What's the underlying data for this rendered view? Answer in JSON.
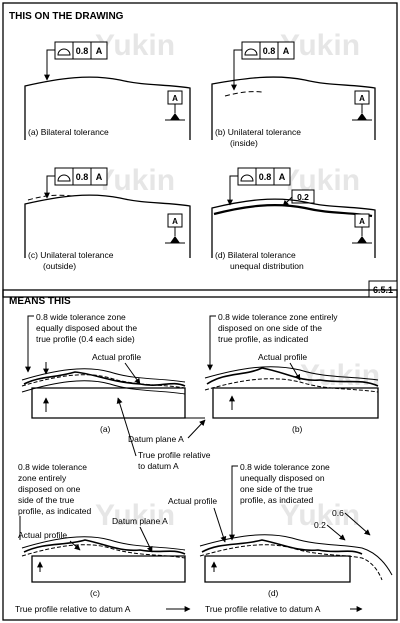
{
  "top": {
    "heading": "THIS ON THE DRAWING",
    "figure_number": "6.5.1",
    "watermark": "Yukin",
    "panels": [
      {
        "id": "a",
        "caption_lines": [
          "(a)  Bilateral tolerance"
        ],
        "fcf_value": "0.8",
        "datum": "A"
      },
      {
        "id": "b",
        "caption_lines": [
          "(b)  Unilateral tolerance",
          "(inside)"
        ],
        "fcf_value": "0.8",
        "datum": "A"
      },
      {
        "id": "c",
        "caption_lines": [
          "(c)  Unilateral tolerance",
          "(outside)"
        ],
        "fcf_value": "0.8",
        "datum": "A"
      },
      {
        "id": "d",
        "caption_lines": [
          "(d)  Bilateral tolerance",
          "unequal distribution"
        ],
        "fcf_value": "0.8",
        "datum": "A",
        "extra_value": "0.2"
      }
    ]
  },
  "bottom": {
    "heading": "MEANS THIS",
    "a": {
      "label": "(a)",
      "note_lines": [
        "0.8 wide tolerance zone",
        "equally disposed about the",
        "true profile (0.4 each side)"
      ],
      "actual_profile": "Actual profile"
    },
    "b": {
      "label": "(b)",
      "note_lines": [
        "0.8 wide tolerance zone entirely",
        "disposed on one side of the",
        "true profile, as indicated"
      ],
      "actual_profile": "Actual profile"
    },
    "middle": {
      "datum_plane": "Datum plane A",
      "true_profile_lines": [
        "True profile relative",
        "to datum A"
      ]
    },
    "c": {
      "label": "(c)",
      "note_lines": [
        "0.8 wide tolerance",
        "zone entirely",
        "disposed on one",
        "side of the true",
        "profile, as indicated"
      ],
      "actual_profile": "Actual profile",
      "datum_plane": "Datum plane A",
      "true_profile": "True profile relative to datum A"
    },
    "d": {
      "label": "(d)",
      "note_lines": [
        "0.8 wide tolerance zone",
        "unequally disposed on",
        "one side of the true",
        "profile, as indicated"
      ],
      "actual_profile": "Actual profile",
      "dim_small": "0.2",
      "dim_large": "0.6",
      "true_profile": "True profile relative to datum A"
    }
  }
}
